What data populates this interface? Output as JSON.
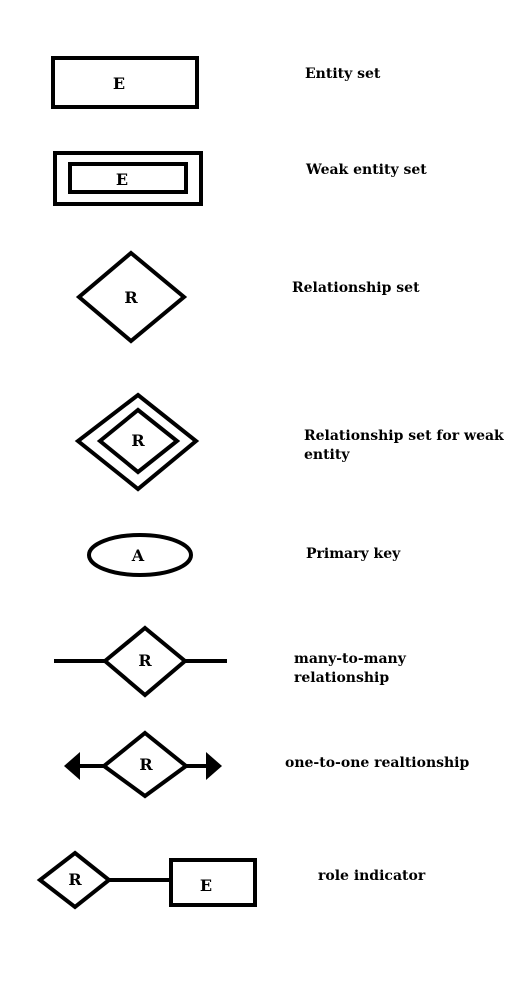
{
  "symbols": [
    {
      "id": "entity-set",
      "letter": "E",
      "label": "Entity set"
    },
    {
      "id": "weak-entity-set",
      "letter": "E",
      "label": "Weak entity set"
    },
    {
      "id": "relationship-set",
      "letter": "R",
      "label": "Relationship set"
    },
    {
      "id": "relationship-set-weak-entity",
      "letter": "R",
      "label": "Relationship set for weak entity"
    },
    {
      "id": "primary-key",
      "letter": "A",
      "label": "Primary key"
    },
    {
      "id": "many-to-many",
      "letter": "R",
      "label": "many-to-many relationship"
    },
    {
      "id": "one-to-one",
      "letter": "R",
      "label": "one-to-one realtionship"
    },
    {
      "id": "role-indicator",
      "letters": [
        "R",
        "E"
      ],
      "label": "role indicator"
    }
  ]
}
